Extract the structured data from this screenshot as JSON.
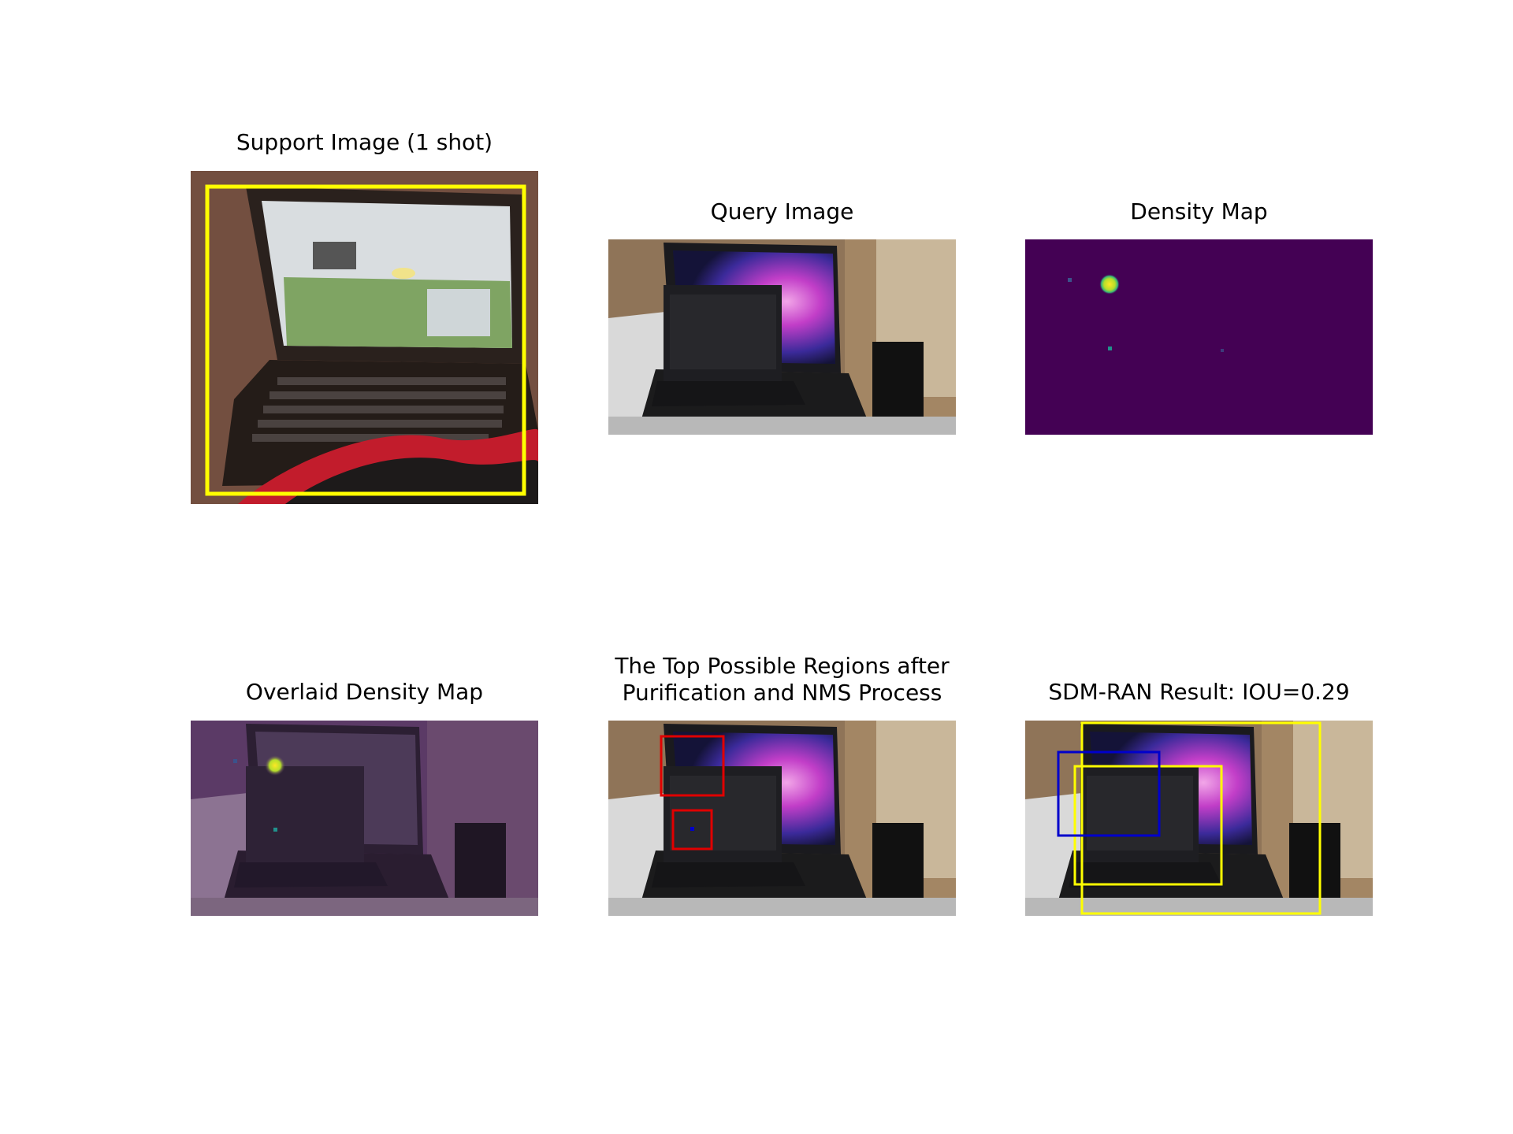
{
  "panels": {
    "support": {
      "title": "Support Image (1 shot)"
    },
    "query": {
      "title": "Query Image"
    },
    "density": {
      "title": "Density Map"
    },
    "overlay": {
      "title": "Overlaid Density Map"
    },
    "regions": {
      "title_line1": "The Top Possible Regions after",
      "title_line2": "Purification and NMS Process"
    },
    "result": {
      "title": "SDM-RAN Result: IOU=0.29"
    }
  },
  "colors": {
    "support_box": "#ffff00",
    "proposal_box": "#e00000",
    "ground_truth_box": "#ffff00",
    "prediction_box": "#0000cc",
    "density_background": "#440154"
  }
}
